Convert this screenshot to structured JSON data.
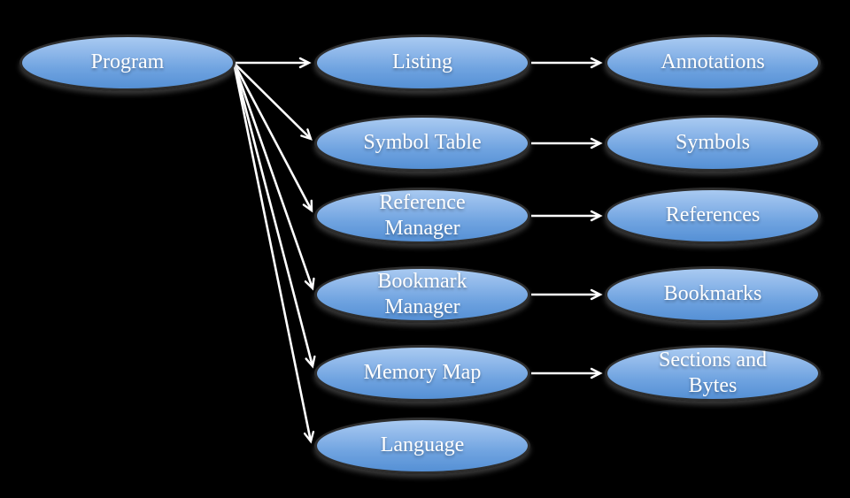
{
  "diagram": {
    "title": "Program object model diagram",
    "background_color": "#000000",
    "nodes": {
      "program": {
        "label": "Program"
      },
      "listing": {
        "label": "Listing"
      },
      "symbol_table": {
        "label": "Symbol Table"
      },
      "reference_manager": {
        "label": [
          "Reference",
          "Manager"
        ]
      },
      "bookmark_manager": {
        "label": [
          "Bookmark",
          "Manager"
        ]
      },
      "memory_map": {
        "label": "Memory Map"
      },
      "language": {
        "label": "Language"
      },
      "annotations": {
        "label": "Annotations"
      },
      "symbols": {
        "label": "Symbols"
      },
      "references": {
        "label": "References"
      },
      "bookmarks": {
        "label": "Bookmarks"
      },
      "sections_and_bytes": {
        "label": [
          "Sections and",
          "Bytes"
        ]
      }
    },
    "edges": [
      {
        "from": "program",
        "to": "listing"
      },
      {
        "from": "program",
        "to": "symbol_table"
      },
      {
        "from": "program",
        "to": "reference_manager"
      },
      {
        "from": "program",
        "to": "bookmark_manager"
      },
      {
        "from": "program",
        "to": "memory_map"
      },
      {
        "from": "program",
        "to": "language"
      },
      {
        "from": "listing",
        "to": "annotations"
      },
      {
        "from": "symbol_table",
        "to": "symbols"
      },
      {
        "from": "reference_manager",
        "to": "references"
      },
      {
        "from": "bookmark_manager",
        "to": "bookmarks"
      },
      {
        "from": "memory_map",
        "to": "sections_and_bytes"
      }
    ],
    "colors": {
      "bg": "#000000",
      "node_fill_top": "#a9caf1",
      "node_fill_mid": "#6fa3e0",
      "node_fill_bottom": "#5590d5",
      "node_border": "#2d2d2d",
      "text_color": "#ffffff",
      "arrow_color": "#ffffff"
    }
  }
}
